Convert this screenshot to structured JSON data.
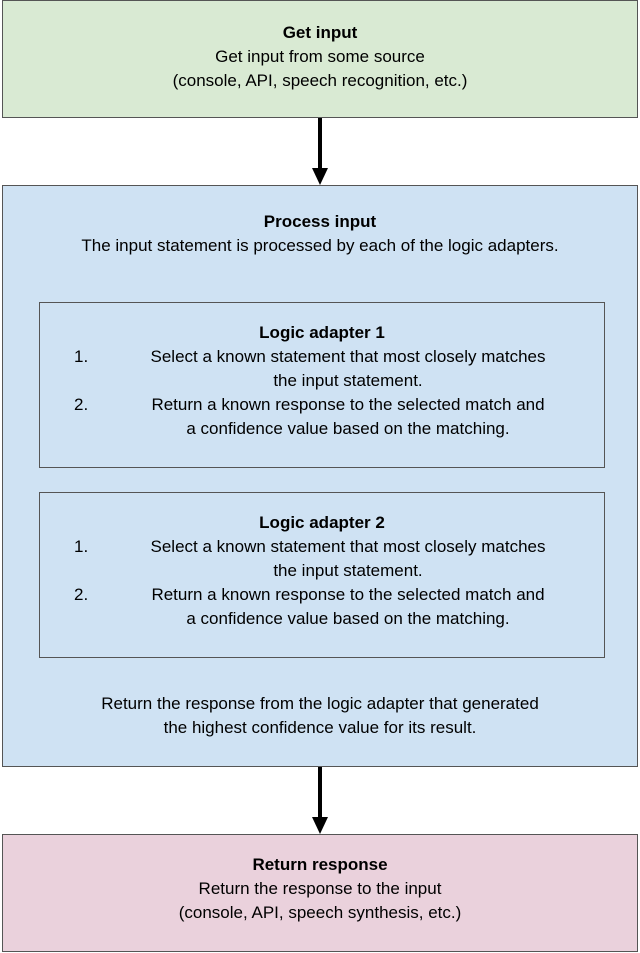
{
  "get_input": {
    "title": "Get input",
    "line1": "Get input from some source",
    "line2": "(console, API, speech recognition, etc.)"
  },
  "process_input": {
    "title": "Process input",
    "description": "The input statement is processed by each of the logic adapters.",
    "adapters": [
      {
        "title": "Logic adapter 1",
        "steps": [
          {
            "num": "1.",
            "line1": "Select a known statement that most closely matches",
            "line2": "the input statement."
          },
          {
            "num": "2.",
            "line1": "Return a known response to the selected match and",
            "line2": "a confidence value based on the matching."
          }
        ]
      },
      {
        "title": "Logic adapter 2",
        "steps": [
          {
            "num": "1.",
            "line1": "Select a known statement that most closely matches",
            "line2": "the input statement."
          },
          {
            "num": "2.",
            "line1": "Return a known response to the selected match and",
            "line2": "a confidence value based on the matching."
          }
        ]
      }
    ],
    "footer_line1": "Return the response from the logic adapter that generated",
    "footer_line2": "the highest confidence value for its result."
  },
  "return_response": {
    "title": "Return response",
    "line1": "Return the response to the input",
    "line2": "(console, API, speech synthesis, etc.)"
  },
  "colors": {
    "get_input_fill": "#d9ead3",
    "process_input_fill": "#cfe2f3",
    "return_response_fill": "#ead1dc",
    "border": "#555555",
    "arrow": "#000000"
  }
}
